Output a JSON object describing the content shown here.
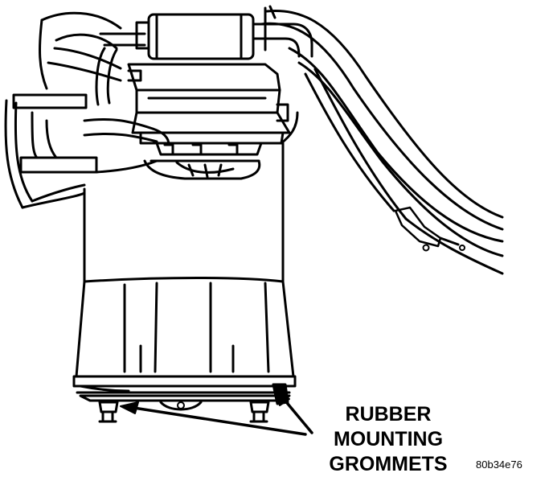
{
  "callout": {
    "line1": "RUBBER",
    "line2": "MOUNTING",
    "line3": "GROMMETS"
  },
  "figure_id": "80b34e76",
  "colors": {
    "ink": "#000000",
    "paper": "#ffffff"
  }
}
